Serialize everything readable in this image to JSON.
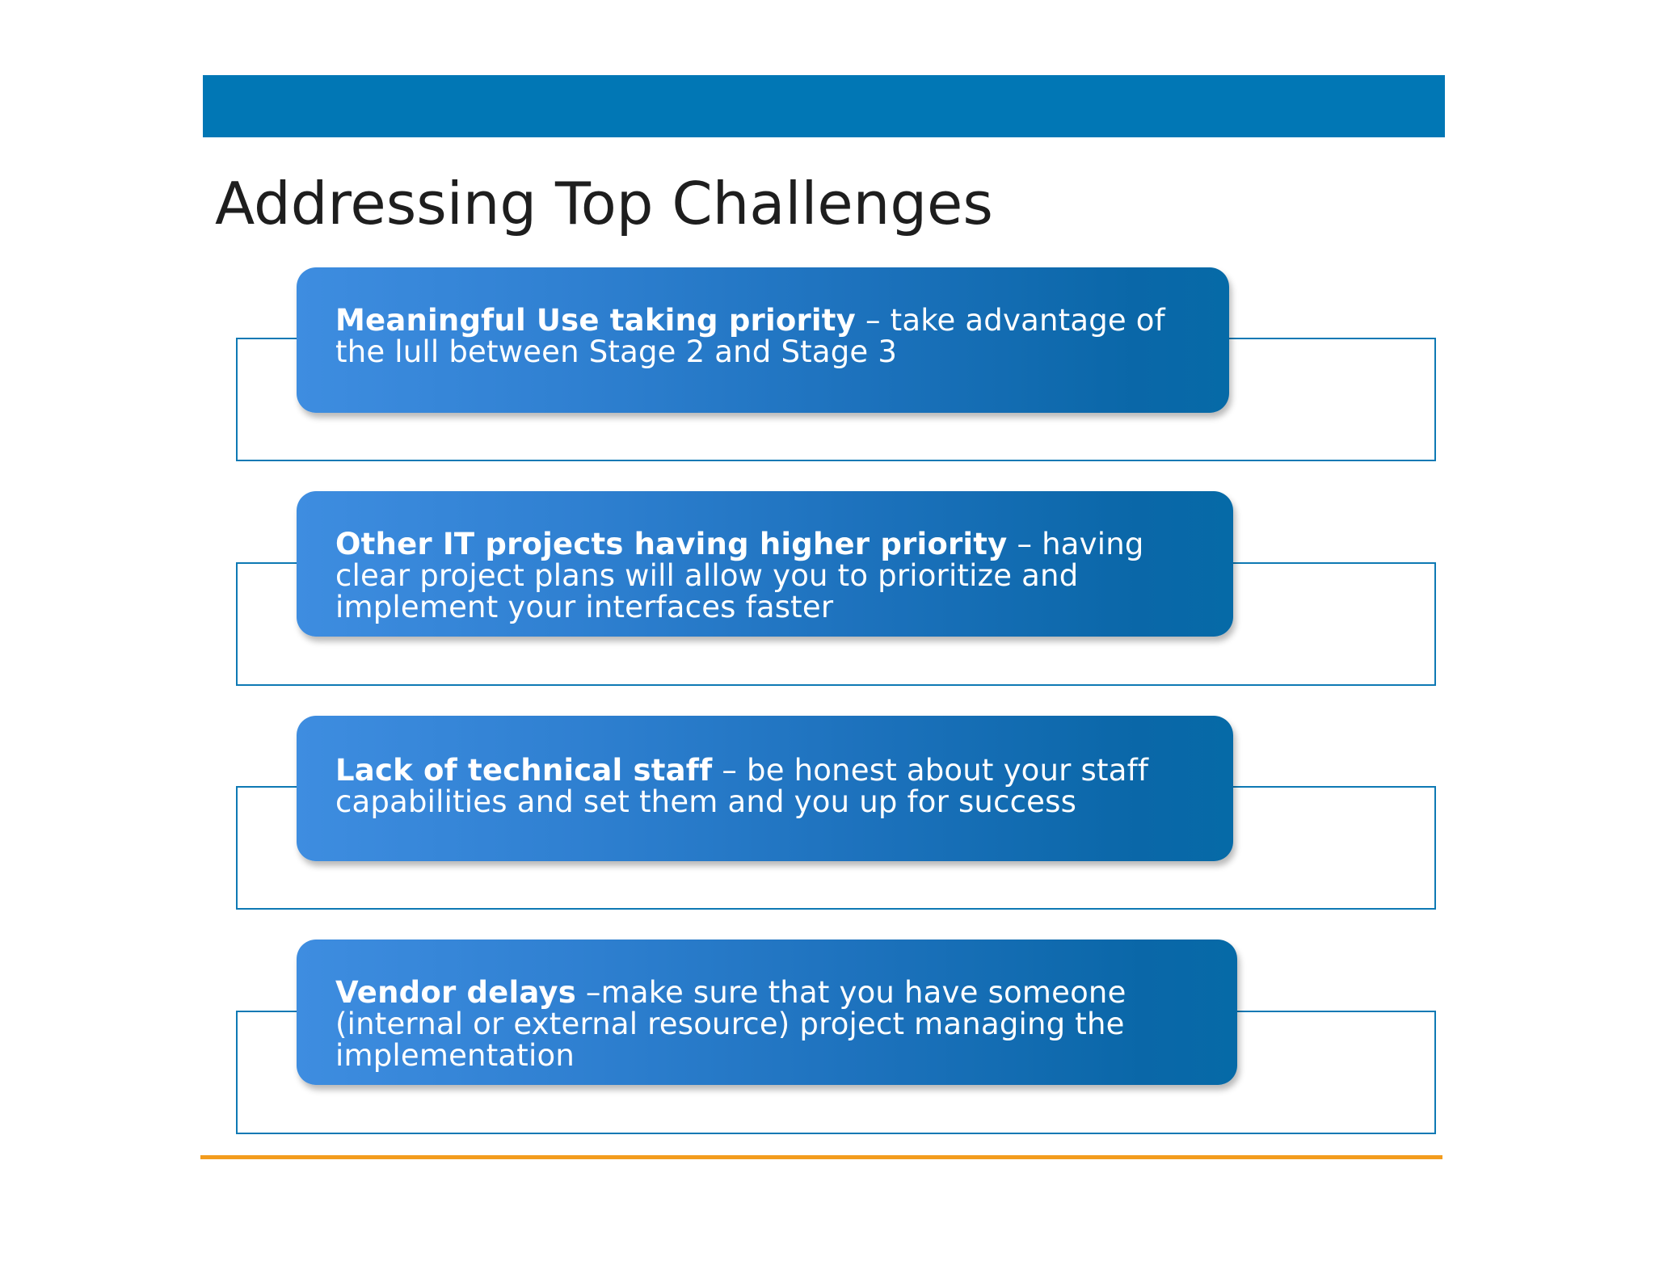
{
  "slide": {
    "title": "Addressing Top Challenges",
    "colors": {
      "header_bar": "#0177b5",
      "card_gradient_start": "#3e8de0",
      "card_gradient_end": "#066aa7",
      "frame_line": "#0e79b4",
      "footer_rule": "#f39c1e"
    }
  },
  "challenges": [
    {
      "heading": "Meaningful Use taking priority",
      "text": " – take advantage of the lull between Stage 2 and Stage 3"
    },
    {
      "heading": "Other IT projects having higher priority",
      "text": " – having clear project plans will allow you to prioritize and implement your interfaces faster"
    },
    {
      "heading": "Lack of technical staff",
      "text": " – be honest about your staff capabilities and set them and you up for success"
    },
    {
      "heading": "Vendor delays",
      "text": " –make sure that you have someone (internal or external resource) project managing the implementation"
    }
  ]
}
